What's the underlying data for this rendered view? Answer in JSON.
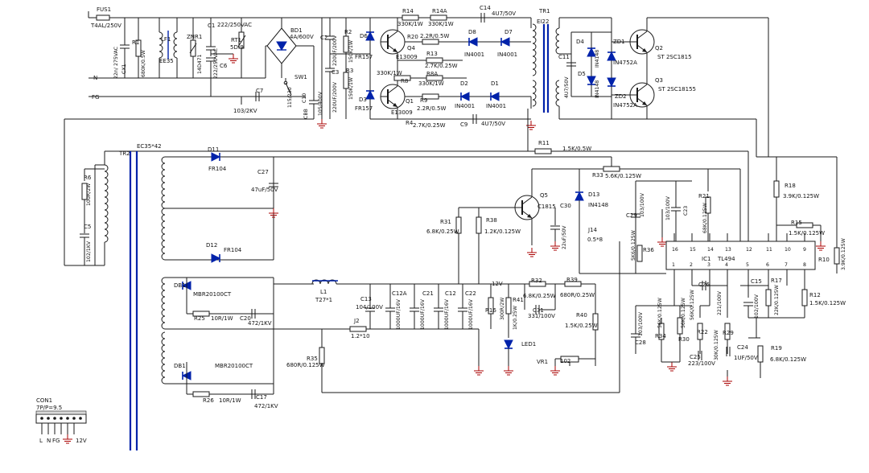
{
  "labels": {
    "fus1": "FUS1",
    "fus1_val": "T4AL/250V",
    "cx": "CX1",
    "cx_val": "275VAC",
    "cx_val2": "22n/",
    "r1": "R1",
    "r1_val": "680K/0.5W",
    "lf1": "LF1",
    "ee35": "EE35",
    "znr1": "ZNR1",
    "znr1_val": "14D471",
    "c1": "C1",
    "c1_val": "222/250VAC",
    "c6": "C6",
    "c6_val": "222/250VAC",
    "rt1": "RT1",
    "rt1_val": "5D-9",
    "bd1": "BD1",
    "bd1_val": "4A/600V",
    "c2": "C2",
    "c2_val": "220UF/200V",
    "c3": "C3",
    "c3_val": "220UF/200V",
    "r2": "R2",
    "r2_val": "150K/1W",
    "r3": "R3",
    "r3_val": "150K/1W",
    "sw1": "SW1",
    "sw1_val": "115/230",
    "c7": "C7",
    "c7_val": "103/2KV",
    "c10": "C10",
    "c10_val": "105/400V",
    "cbb": "CBB",
    "d6": "D6",
    "d6_val": "FR157",
    "d3": "D3",
    "d3_val": "FR157",
    "r14": "R14",
    "r14_val": "330K/1W",
    "r14a": "R14A",
    "r14a_val": "330K/1W",
    "r20": "R20",
    "r20_val": "2.2R/0.5W",
    "q4": "Q4",
    "q4_val": "E13009",
    "r13": "R13",
    "r13_val": "2.7K/0.25W",
    "r8": "R8",
    "r8_val": "330K/1W",
    "r8a": "R8A",
    "r8a_val": "330K/1W",
    "r9": "R9",
    "r9_val": "2.2R/0.5W",
    "q1": "Q1",
    "q1_val": "E13009",
    "r4": "R4",
    "r4_val": "2.7K/0.25W",
    "c14": "C14",
    "c14_val": "4U7/50V",
    "c9": "C9",
    "c9_val": "4U7/50V",
    "d8": "D8",
    "d7": "D7",
    "d2": "D2",
    "d1": "D1",
    "in4001": "IN4001",
    "tr1": "TR1",
    "tr1_val": "EI22",
    "c11": "C11",
    "c11_val": "4U7/50V",
    "d4": "D4",
    "d5": "D5",
    "in4148": "IN4148",
    "zd1": "ZD1",
    "zd2": "ZD2",
    "in4752a": "IN4752A",
    "q2": "Q2",
    "q2_val": "ST 2SC1815",
    "q3": "Q3",
    "q3_val": "ST 2SC18155",
    "r11": "R11",
    "r11_val": "1.5K/0.5W",
    "tr2": "TR2",
    "ec35": "EC35*42",
    "r6": "R6",
    "r6_val": "100R/2W",
    "c5": "C5",
    "c5_val": "102/1KV",
    "d11": "D11",
    "fr104": "FR104",
    "d12": "D12",
    "c27": "C27",
    "c27_val": "47uF/50V",
    "r33": "R33",
    "r33_val": "5.6K/0.125W",
    "q5": "Q5",
    "q5_val": "C1815",
    "d13": "D13",
    "d13_val": "IN4148",
    "r31": "R31",
    "r31_val": "6.8K/0.25W",
    "r38": "R38",
    "r38_val": "1.2K/0.125W",
    "c30": "C30",
    "c30_val": "22uF/50V",
    "j14": "J14",
    "j14_val": "0.5*8",
    "c29": "C29",
    "c29_val": "103/100V",
    "c23": "C23",
    "c23_val": "103/100V",
    "r21": "R21",
    "r21_val": "68K/0.125W",
    "r18": "R18",
    "r18_val": "3.9K/0.125W",
    "r15": "R15",
    "r15_val": "1.5K/0.125W",
    "r10": "R10",
    "r10_val": "3.9K/0.125W",
    "r36": "R36",
    "r36_val": "5K6/0.125W",
    "ic1": "IC1",
    "ic1_val": "TL494",
    "db1": "DB1",
    "mbr": "MBR20100CT",
    "l1": "L1",
    "l1_val": "T27*1",
    "c13": "C13",
    "c13_val": "104/100V",
    "c12a": "C12A",
    "c12a_val": "1000UF/16V",
    "c21": "C21",
    "c21_val": "1000UF/16V",
    "c12": "C12",
    "c12_val": "1000UF/16V",
    "c22": "C22",
    "c22_val": "1000UF/16V",
    "v12": "12V",
    "r32": "R32",
    "r32_val": "6.8K/0.25W",
    "r39": "R39",
    "r39_val": "680R/0.25W",
    "c31": "C31",
    "c31_val": "331/100V",
    "r16": "R16",
    "r16_val": "300R/2W",
    "r41": "R41",
    "r41_val": "1K/0.25W",
    "r40": "R40",
    "r40_val": "1.5K/0.25W",
    "led1": "LED1",
    "vr1": "VR1",
    "vr1_val": "102",
    "r25": "R25",
    "r25_val": "10R/1W",
    "c20": "C20",
    "c20_val": "472/1KV",
    "r26": "R26",
    "r26_val": "10R/1W",
    "c17": "C17",
    "c17_val": "472/1KV",
    "j2": "J2",
    "j2_val": "1.2*10",
    "r35": "R35",
    "r35_val": "680R/0.125W",
    "c26": "C26",
    "c26_val": "221/100V",
    "c28": "C28",
    "c28_val": "103/100V",
    "r34": "R34",
    "r34_val": "56K/0.125W",
    "r30": "R30",
    "r30_val": "56K/0.125W",
    "r22": "R22",
    "r22_val": "56K/0.125W",
    "r29": "R29",
    "r29_val": "30K/0.125W",
    "c25": "C25",
    "c25_val": "223/100V",
    "c24": "C24",
    "c24_val": "1UF/50V",
    "c15": "C15",
    "c15_val": "102/100V",
    "r17": "R17",
    "r17_val": "22K/0.125W",
    "r12": "R12",
    "r12_val": "1.5K/0.125W",
    "r19": "R19",
    "r19_val": "6.8K/0.125W",
    "con1": "CON1",
    "con1_val": "7P/P=9.5",
    "con_l": "L",
    "con_n": "N",
    "con_fg": "FG",
    "con_12v": "12V",
    "n_label": "N",
    "fg_label": "FG"
  },
  "ic_pins_top": [
    "16",
    "15",
    "14",
    "13",
    "12",
    "11",
    "10",
    "9"
  ],
  "ic_pins_bottom": [
    "1",
    "2",
    "3",
    "4",
    "5",
    "6",
    "7",
    "8"
  ],
  "colors": {
    "wire": "#1a1a1a",
    "core": "#0022aa",
    "ground": "#aa0000"
  }
}
